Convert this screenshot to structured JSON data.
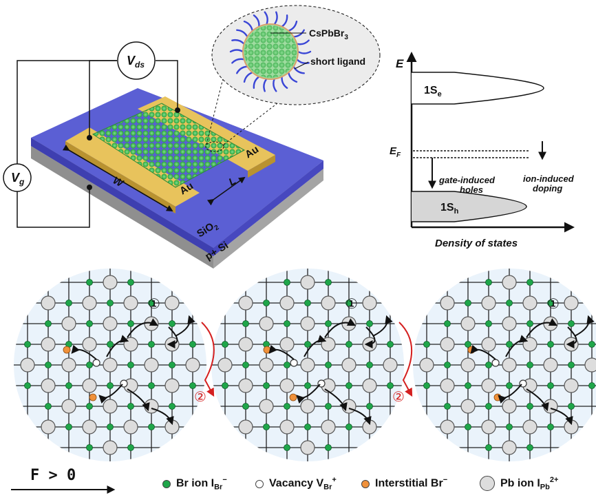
{
  "device": {
    "vds_label": "V",
    "vds_sub": "ds",
    "vg_label": "V",
    "vg_sub": "g",
    "au_left": "Au",
    "au_right": "Au",
    "w_label": "W",
    "l_label": "L",
    "sio2_label": "SiO",
    "sio2_sub": "2",
    "psi_label": "p+ Si",
    "nc_material": "CsPbBr",
    "nc_material_sub": "3",
    "nc_ligand": "short ligand"
  },
  "band": {
    "e_label": "E",
    "ef_label": "E",
    "ef_sub": "F",
    "se_label": "1S",
    "se_sub": "e",
    "sh_label": "1S",
    "sh_sub": "h",
    "gate_label_1": "gate-induced",
    "gate_label_2": "holes",
    "ion_label_1": "ion-induced",
    "ion_label_2": "doping",
    "dos_label": "Density of states"
  },
  "lattice": {
    "step1": "①",
    "step2": "②"
  },
  "legend": {
    "field": "F > 0",
    "br_ion": "Br ion I",
    "br_ion_sub": "Br",
    "br_ion_sup": "−",
    "vacancy": "Vacancy V",
    "vacancy_sub": "Br",
    "vacancy_sup": "+",
    "interstitial": "Interstitial Br",
    "interstitial_sup": "−",
    "pb_ion": "Pb ion I",
    "pb_ion_sub": "Pb",
    "pb_ion_sup": "2+"
  },
  "colors": {
    "br": "#1fa64a",
    "pb": "#dddddd",
    "interstitial": "#f0913a",
    "gold": "#e8c35c",
    "sio2": "#5b5fd4",
    "red_arrow": "#d42020",
    "bubble": "#eaf3fb"
  }
}
